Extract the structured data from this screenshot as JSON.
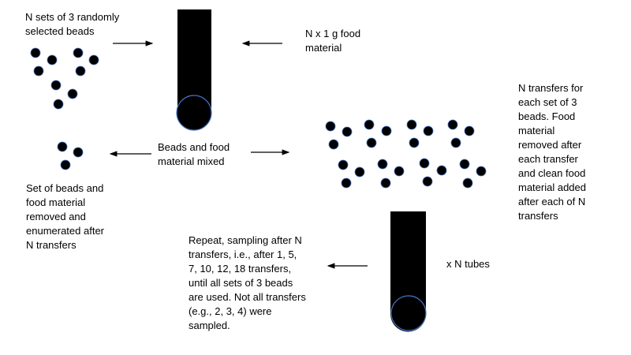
{
  "labels": {
    "sets_of_beads": "N sets of 3 randomly\nselected beads",
    "food_material": "N x 1 g food\nmaterial",
    "mixed": "Beads and food\nmaterial mixed",
    "transfers_note": "N transfers for\neach set of 3\nbeads. Food\nmaterial\nremoved after\neach transfer\nand clean food\nmaterial added\nafter each of N\ntransfers",
    "removed_note": "Set of beads and\nfood material\nremoved and\nenumerated after\nN transfers",
    "repeat_note": "Repeat, sampling after N\ntransfers, i.e., after 1, 5,\n7, 10, 12, 18 transfers,\nuntil all sets of 3 beads\nare used. Not all transfers\n(e.g., 2, 3, 4) were\nsampled.",
    "tubes": "x N tubes"
  },
  "colors": {
    "tube_fill": "#000000",
    "bead_outline": "#4472c4",
    "bead_fill": "#000000",
    "text": "#000000"
  }
}
